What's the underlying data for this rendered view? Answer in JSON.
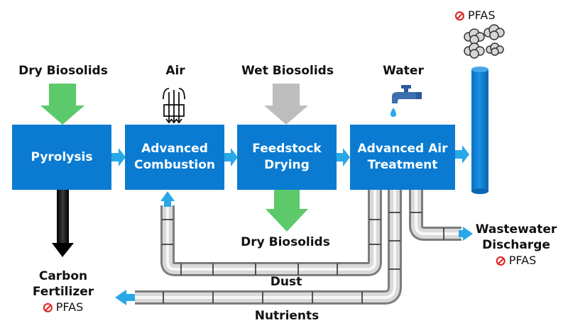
{
  "inputs": {
    "dry_biosolids": "Dry Biosolids",
    "air": "Air",
    "wet_biosolids": "Wet Biosolids",
    "water": "Water"
  },
  "process_boxes": {
    "pyrolysis": [
      "Pyrolysis"
    ],
    "combustion": [
      "Advanced",
      "Combustion"
    ],
    "drying": [
      "Feedstock",
      "Drying"
    ],
    "air_treatment": [
      "Advanced Air",
      "Treatment"
    ]
  },
  "outputs": {
    "dry_biosolids_out": "Dry Biosolids",
    "dust": "Dust",
    "nutrients": "Nutrients",
    "wastewater_discharge": [
      "Wastewater",
      "Discharge"
    ],
    "carbon_fertilizer": [
      "Carbon",
      "Fertilizer"
    ]
  },
  "pfas_label": "PFAS",
  "colors": {
    "process_box": "#0a7bd1",
    "flow_arrow": "#29a8e8",
    "green_arrow": "#5cc96a",
    "gray_arrow": "#bdbdbd",
    "no_pfas_symbol": "#e02020"
  },
  "icons": [
    "air-intake-icon",
    "faucet-icon",
    "smoke-cloud-icon",
    "no-symbol-icon"
  ]
}
